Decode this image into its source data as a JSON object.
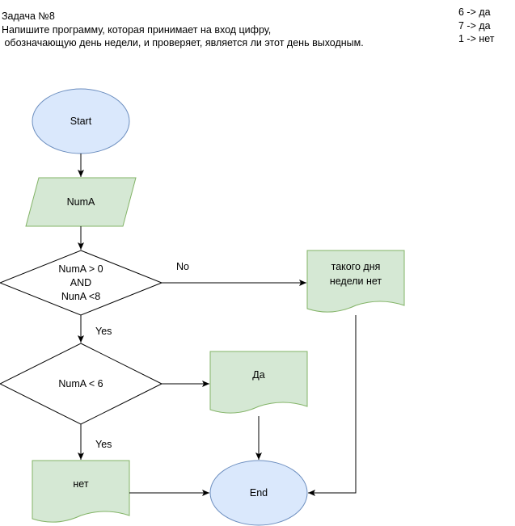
{
  "task": {
    "title": "Задача №8",
    "line1": "Напишите программу, которая принимает на вход цифру,",
    "line2": " обозначающую день недели, и проверяет, является ли этот день выходным."
  },
  "examples": [
    "6 -> да",
    "7 -> да",
    "1 -> нет"
  ],
  "flowchart": {
    "start": "Start",
    "input": "NumA",
    "decision1": [
      "NumA > 0",
      "AND",
      "NunA <8"
    ],
    "label_no": "No",
    "label_yes1": "Yes",
    "no_day": [
      "такого дня",
      "недели нет"
    ],
    "decision2": "NumA  < 6",
    "yes_output": "Да",
    "label_yes2": "Yes",
    "no_output": "нет",
    "end": "End"
  },
  "colors": {
    "start_end_fill": "#dae8fc",
    "start_end_stroke": "#6c8ebf",
    "green_fill": "#d5e8d4",
    "green_stroke": "#82b366",
    "line": "#000000"
  }
}
